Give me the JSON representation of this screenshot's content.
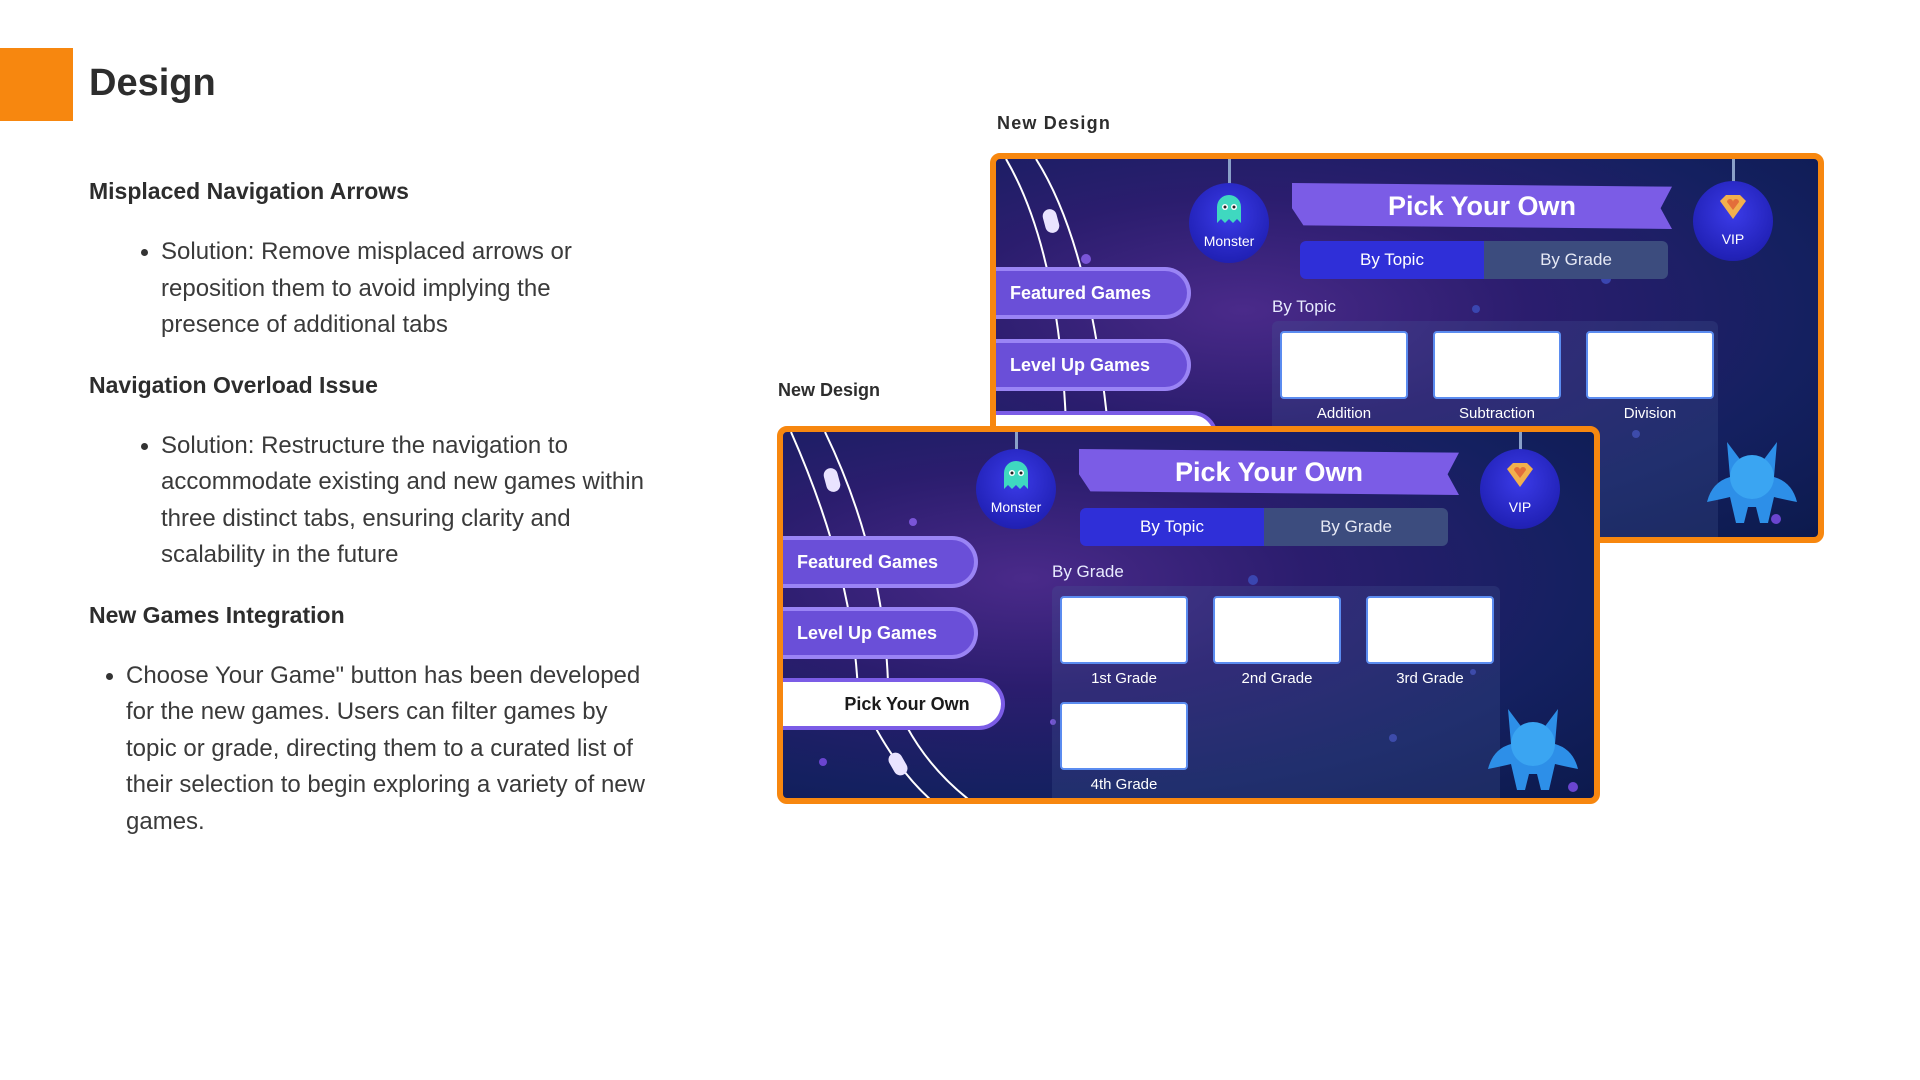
{
  "page": {
    "title": "Design"
  },
  "sections": [
    {
      "heading": "Misplaced Navigation Arrows",
      "bullets": [
        "Solution: Remove misplaced arrows or reposition them to avoid implying the presence of additional tabs"
      ]
    },
    {
      "heading": "Navigation Overload Issue",
      "bullets": [
        "Solution: Restructure the navigation to accommodate existing and new games within three distinct tabs, ensuring clarity and scalability in the future"
      ]
    },
    {
      "heading": "New Games Integration",
      "bullets": [
        "Choose Your Game\" button has been developed for the new games. Users can filter games by topic or grade, directing them to a curated list of their selection to begin exploring a variety of new games."
      ]
    }
  ],
  "mockups": {
    "back": {
      "caption": "New Design",
      "banner": "Pick Your Own",
      "monster_label": "Monster",
      "vip_label": "VIP",
      "tabs": {
        "topic": "By Topic",
        "grade": "By Grade",
        "active": "topic"
      },
      "filter_label": "By Topic",
      "nav": [
        "Featured Games",
        "Level Up Games"
      ],
      "tiles": [
        "Addition",
        "Subtraction",
        "Division"
      ]
    },
    "front": {
      "caption": "New Design",
      "banner": "Pick Your Own",
      "monster_label": "Monster",
      "vip_label": "VIP",
      "tabs": {
        "topic": "By Topic",
        "grade": "By Grade",
        "active": "topic"
      },
      "filter_label": "By Grade",
      "nav": [
        "Featured Games",
        "Level Up Games",
        "Pick Your Own"
      ],
      "tiles": [
        "1st Grade",
        "2nd Grade",
        "3rd Grade",
        "4th Grade"
      ]
    }
  },
  "colors": {
    "accent": "#f7870f",
    "tab_active": "#2f2fd8",
    "ribbon": "#7b5ce6"
  }
}
